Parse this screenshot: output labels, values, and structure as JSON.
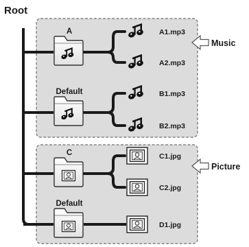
{
  "root_label": "Root",
  "groups": [
    {
      "label": "Music",
      "folders": [
        {
          "name": "A",
          "icon": "music-note-icon",
          "files": [
            {
              "name": "A1.mp3",
              "icon": "music-note-icon"
            },
            {
              "name": "A2.mp3",
              "icon": "music-note-icon"
            }
          ]
        },
        {
          "name": "Default",
          "icon": "music-note-icon",
          "files": [
            {
              "name": "B1.mp3",
              "icon": "music-note-icon"
            },
            {
              "name": "B2.mp3",
              "icon": "music-note-icon"
            }
          ]
        }
      ]
    },
    {
      "label": "Picture",
      "folders": [
        {
          "name": "C",
          "icon": "picture-icon",
          "files": [
            {
              "name": "C1.jpg",
              "icon": "picture-icon"
            },
            {
              "name": "C2.jpg",
              "icon": "picture-icon"
            }
          ]
        },
        {
          "name": "Default",
          "icon": "picture-icon",
          "files": [
            {
              "name": "D1.jpg",
              "icon": "picture-icon"
            }
          ]
        }
      ]
    }
  ],
  "colors": {
    "group_fill": "#dcdcdc",
    "group_border": "#6e6e6e",
    "line": "#1a1a1a",
    "arrow_fill": "#ffffff",
    "arrow_stroke": "#555555"
  }
}
